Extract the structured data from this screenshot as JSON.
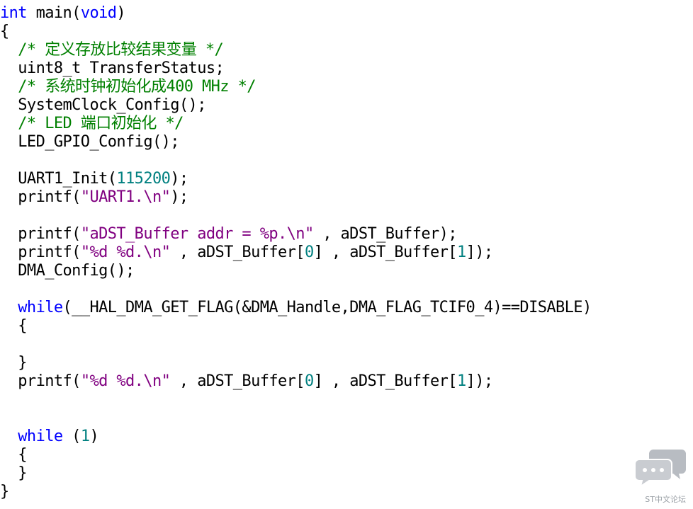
{
  "code_editor": {
    "lines": [
      [
        {
          "t": "kw",
          "s": "int"
        },
        {
          "t": "plain",
          "s": " main("
        },
        {
          "t": "kw",
          "s": "void"
        },
        {
          "t": "plain",
          "s": ")"
        }
      ],
      [
        {
          "t": "plain",
          "s": "{"
        }
      ],
      [
        {
          "t": "cm",
          "s": "  /* 定义存放比较结果变量 */"
        }
      ],
      [
        {
          "t": "plain",
          "s": "  uint8_t TransferStatus;"
        }
      ],
      [
        {
          "t": "cm",
          "s": "  /* 系统时钟初始化成400 MHz */"
        }
      ],
      [
        {
          "t": "plain",
          "s": "  SystemClock_Config();"
        }
      ],
      [
        {
          "t": "cm",
          "s": "  /* LED 端口初始化 */"
        }
      ],
      [
        {
          "t": "plain",
          "s": "  LED_GPIO_Config();"
        }
      ],
      [],
      [
        {
          "t": "plain",
          "s": "  UART1_Init("
        },
        {
          "t": "num",
          "s": "115200"
        },
        {
          "t": "plain",
          "s": ");"
        }
      ],
      [
        {
          "t": "plain",
          "s": "  printf("
        },
        {
          "t": "str",
          "s": "\"UART1.\\n\""
        },
        {
          "t": "plain",
          "s": ");"
        }
      ],
      [],
      [
        {
          "t": "plain",
          "s": "  printf("
        },
        {
          "t": "str",
          "s": "\"aDST_Buffer addr = %p.\\n\""
        },
        {
          "t": "plain",
          "s": " , aDST_Buffer);"
        }
      ],
      [
        {
          "t": "plain",
          "s": "  printf("
        },
        {
          "t": "str",
          "s": "\"%d %d.\\n\""
        },
        {
          "t": "plain",
          "s": " , aDST_Buffer["
        },
        {
          "t": "num",
          "s": "0"
        },
        {
          "t": "plain",
          "s": "] , aDST_Buffer["
        },
        {
          "t": "num",
          "s": "1"
        },
        {
          "t": "plain",
          "s": "]);"
        }
      ],
      [
        {
          "t": "plain",
          "s": "  DMA_Config();"
        }
      ],
      [],
      [
        {
          "t": "kw",
          "s": "  while"
        },
        {
          "t": "plain",
          "s": "(__HAL_DMA_GET_FLAG(&DMA_Handle,DMA_FLAG_TCIF0_4)==DISABLE)"
        }
      ],
      [
        {
          "t": "plain",
          "s": "  {"
        }
      ],
      [],
      [
        {
          "t": "plain",
          "s": "  }"
        }
      ],
      [
        {
          "t": "plain",
          "s": "  printf("
        },
        {
          "t": "str",
          "s": "\"%d %d.\\n\""
        },
        {
          "t": "plain",
          "s": " , aDST_Buffer["
        },
        {
          "t": "num",
          "s": "0"
        },
        {
          "t": "plain",
          "s": "] , aDST_Buffer["
        },
        {
          "t": "num",
          "s": "1"
        },
        {
          "t": "plain",
          "s": "]);"
        }
      ],
      [],
      [],
      [
        {
          "t": "kw",
          "s": "  while"
        },
        {
          "t": "plain",
          "s": " ("
        },
        {
          "t": "num",
          "s": "1"
        },
        {
          "t": "plain",
          "s": ")"
        }
      ],
      [
        {
          "t": "plain",
          "s": "  {"
        }
      ],
      [
        {
          "t": "plain",
          "s": "  }"
        }
      ],
      [
        {
          "t": "plain",
          "s": "}"
        }
      ]
    ]
  },
  "colors": {
    "keyword": "#0000ff",
    "comment": "#008000",
    "number": "#008080",
    "string": "#800080",
    "text": "#000000",
    "background": "#ffffff"
  },
  "watermark": {
    "icon": "chat-bubbles-icon",
    "text": "ST中文论坛"
  }
}
